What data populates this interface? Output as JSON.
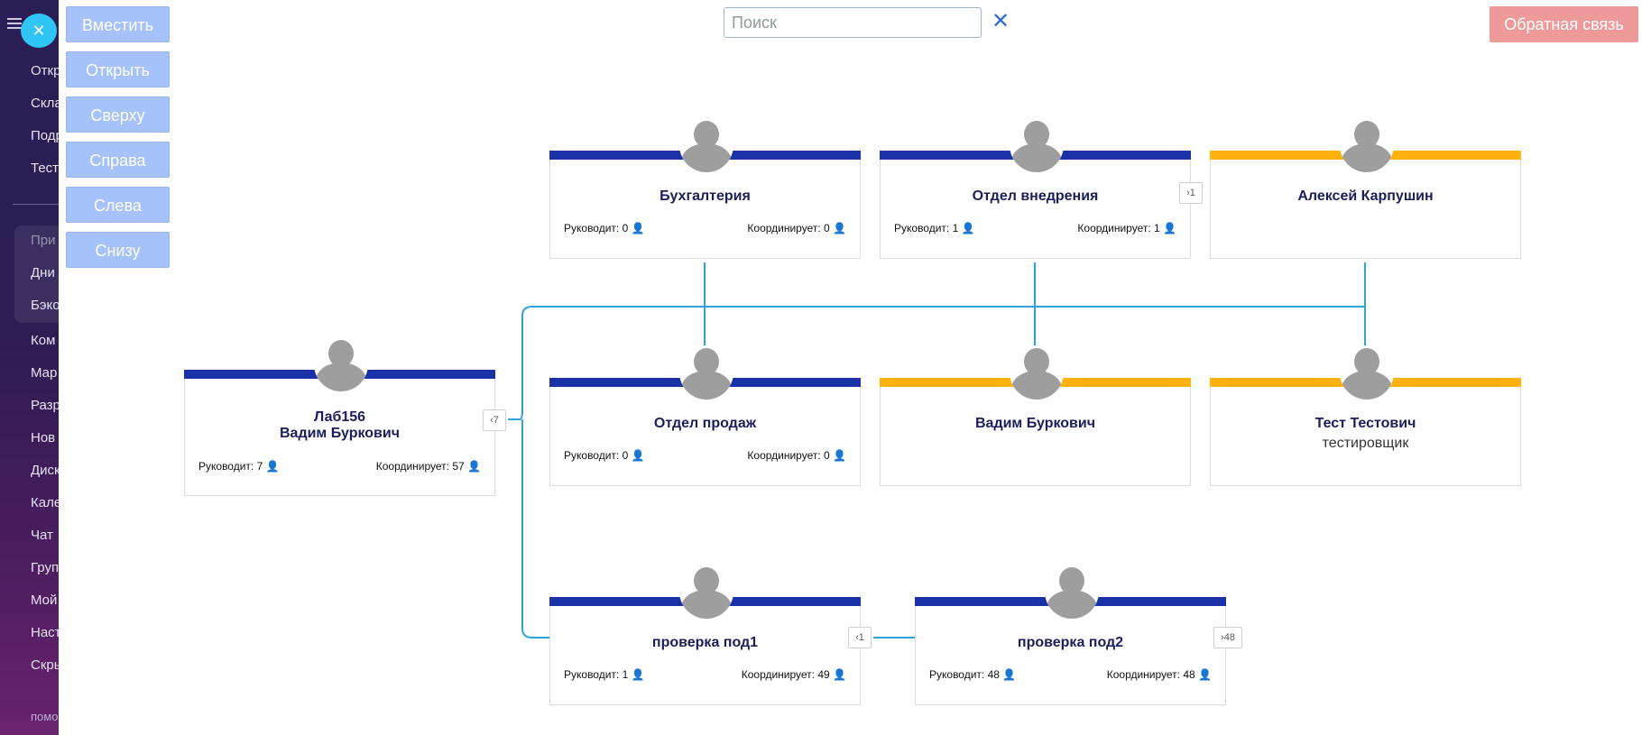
{
  "sidebar": {
    "items": [
      "Откр",
      "Скла",
      "Подр",
      "Тест",
      "При",
      "Дни",
      "Бэко",
      "Ком",
      "Мар",
      "Разр",
      "Нов",
      "Диск",
      "Кале",
      "Чат",
      "Груп",
      "Мой",
      "Наст",
      "Скры"
    ],
    "footer": "помо"
  },
  "zoom_buttons": [
    "Вместить",
    "Открыть",
    "Сверху",
    "Справа",
    "Слева",
    "Снизу"
  ],
  "search": {
    "placeholder": "Поиск"
  },
  "feedback_label": "Обратная связь",
  "badges": {
    "lab156": "7",
    "otdel_vnedreniya": "1",
    "proverka_pod1": "1",
    "proverka_pod2": "48"
  },
  "cards": {
    "lab156": {
      "title1": "Лаб156",
      "title2": "Вадим Буркович",
      "leads": "Руководит: 7",
      "coords": "Координирует: 57"
    },
    "buhgalteriya": {
      "title": "Бухгалтерия",
      "leads": "Руководит: 0",
      "coords": "Координирует: 0"
    },
    "otdel_vnedreniya": {
      "title": "Отдел внедрения",
      "leads": "Руководит: 1",
      "coords": "Координирует: 1"
    },
    "aleksey": {
      "title": "Алексей Карпушин"
    },
    "otdel_prodazh": {
      "title": "Отдел продаж",
      "leads": "Руководит: 0",
      "coords": "Координирует: 0"
    },
    "vadim": {
      "title": "Вадим Буркович"
    },
    "test": {
      "title": "Тест Тестович",
      "subtitle": "тестировщик"
    },
    "proverka_pod1": {
      "title": "проверка под1",
      "leads": "Руководит: 1",
      "coords": "Координирует: 49"
    },
    "proverka_pod2": {
      "title": "проверка под2",
      "leads": "Руководит: 48",
      "coords": "Координирует: 48"
    }
  },
  "colors": {
    "accent_blue": "#1a31a8",
    "accent_yellow": "#ffb20d",
    "connector": "#2fa4dc",
    "title": "#1b1e5c"
  }
}
